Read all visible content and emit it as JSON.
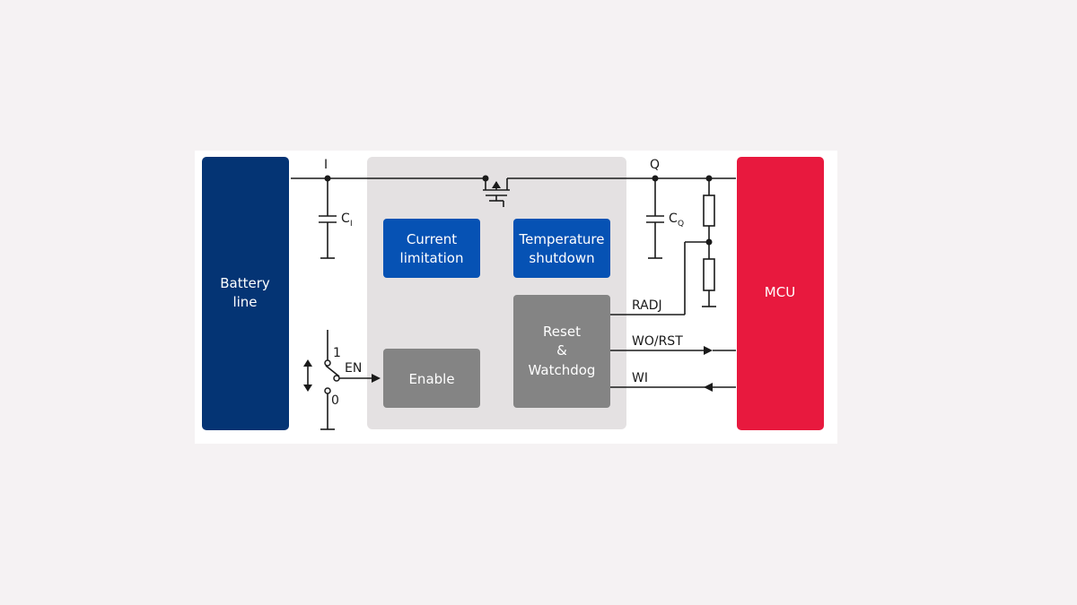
{
  "blocks": {
    "battery": [
      "Battery",
      "line"
    ],
    "mcu": "MCU",
    "current_limitation": [
      "Current",
      "limitation"
    ],
    "temperature_shutdown": [
      "Temperature",
      "shutdown"
    ],
    "enable": "Enable",
    "reset_watchdog": [
      "Reset",
      "&",
      "Watchdog"
    ]
  },
  "pins": {
    "input": "I",
    "output": "Q",
    "ci_main": "C",
    "ci_sub": "I",
    "cq_main": "C",
    "cq_sub": "Q",
    "en": "EN",
    "switch_1": "1",
    "switch_0": "0",
    "radj": "RADJ",
    "wo_rst": "WO/RST",
    "wi": "WI"
  },
  "colors": {
    "battery": "#043474",
    "mcu": "#e8193e",
    "blue_block": "#0652b4",
    "gray_block": "#848484",
    "chip_bg": "#e4e1e2"
  }
}
